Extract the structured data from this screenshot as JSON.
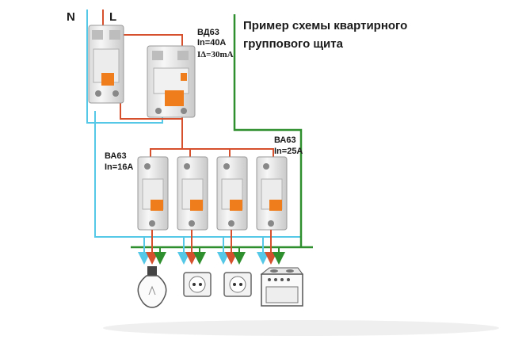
{
  "title": {
    "line1": "Пример схемы квартирного",
    "line2": "группового щита"
  },
  "wires": {
    "n_label": "N",
    "l_label": "L"
  },
  "rcd": {
    "model": "ВД63",
    "rating": "In=40A",
    "leakage": "IΔ=30mA"
  },
  "breaker_left": {
    "model": "ВА63",
    "rating": "In=16A"
  },
  "breaker_right": {
    "model": "ВА63",
    "rating": "In=25A"
  },
  "loads": [
    "lamp-icon",
    "socket-icon",
    "socket-icon",
    "stove-icon"
  ],
  "colors": {
    "neutral": "#54c8e6",
    "phase": "#d6502e",
    "ground": "#2f8f2f",
    "breaker_lever": "#f07d1b"
  }
}
